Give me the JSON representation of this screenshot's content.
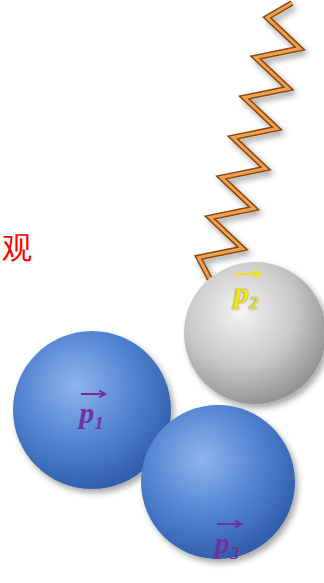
{
  "diagram": {
    "nodes": [
      {
        "text": [
          "p₂"
        ]
      },
      {
        "text": [
          "p₁"
        ]
      },
      {
        "text": [
          "p₃"
        ]
      }
    ],
    "labels": [
      "观"
    ]
  }
}
